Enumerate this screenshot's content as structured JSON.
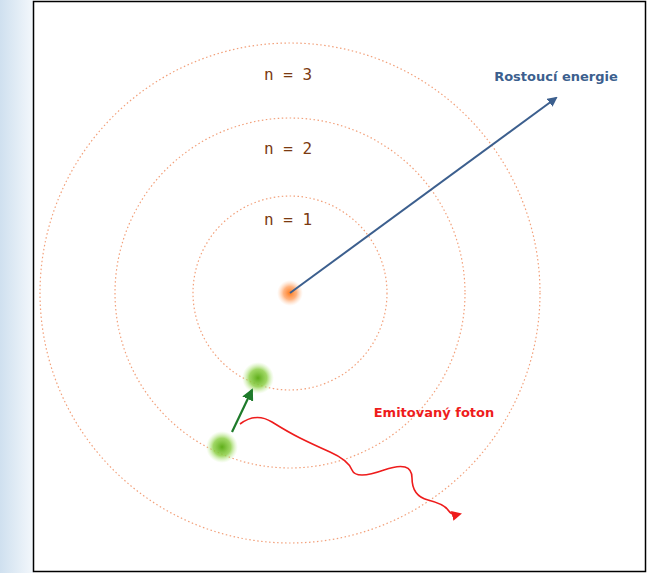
{
  "diagram": {
    "labels": [
      "n = 3",
      "n = 2",
      "n = 1",
      "Rostoucí energie",
      "Emitovaný foton"
    ]
  }
}
